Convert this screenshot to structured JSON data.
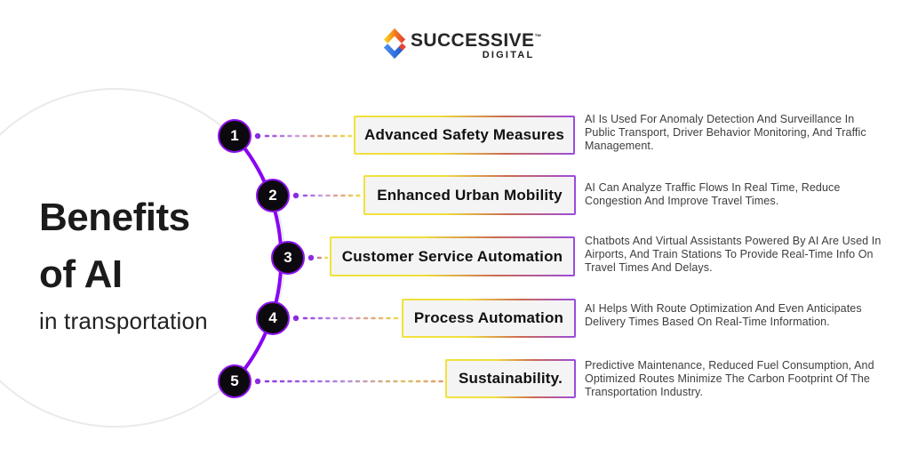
{
  "logo": {
    "name": "SUCCESSIVE",
    "trademark": "™",
    "subtitle": "DIGITAL"
  },
  "title": {
    "line1": "Benefits",
    "line2": "of AI",
    "line3": "in transportation"
  },
  "items": [
    {
      "number": "1",
      "title": "Advanced Safety Measures",
      "description": "AI Is Used For Anomaly Detection And Surveillance In\nPublic Transport, Driver Behavior  Monitoring, And Traffic\nManagement."
    },
    {
      "number": "2",
      "title": "Enhanced Urban Mobility",
      "description": "AI Can Analyze Traffic Flows In Real Time, Reduce\nCongestion And Improve Travel Times."
    },
    {
      "number": "3",
      "title": "Customer Service Automation",
      "description": "Chatbots And Virtual Assistants Powered By AI Are Used In\nAirports, And Train Stations To Provide Real-Time Info On\nTravel Times And Delays."
    },
    {
      "number": "4",
      "title": "Process Automation",
      "description": "AI Helps With Route Optimization And Even Anticipates\nDelivery Times Based On Real-Time Information."
    },
    {
      "number": "5",
      "title": "Sustainability.",
      "description": "Predictive Maintenance, Reduced Fuel Consumption, And\nOptimized Routes Minimize The   Carbon Footprint Of The\nTransportation Industry."
    }
  ],
  "colors": {
    "arc_purple": "#8804f2",
    "node_ring_purple": "#8d12ee",
    "node_fill": "#0c0a0e",
    "box_border_yellow": "#f1e13b",
    "box_border_purple": "#9b4be0",
    "box_background": "#f4f4f4",
    "background_circle_gray": "#eaeaea",
    "logo_yellow": "#f8cf1c",
    "logo_red": "#e8432e",
    "logo_blue": "#2f6fe0",
    "text_dark": "#1b1b1b",
    "description_gray": "#3d3d3d"
  }
}
